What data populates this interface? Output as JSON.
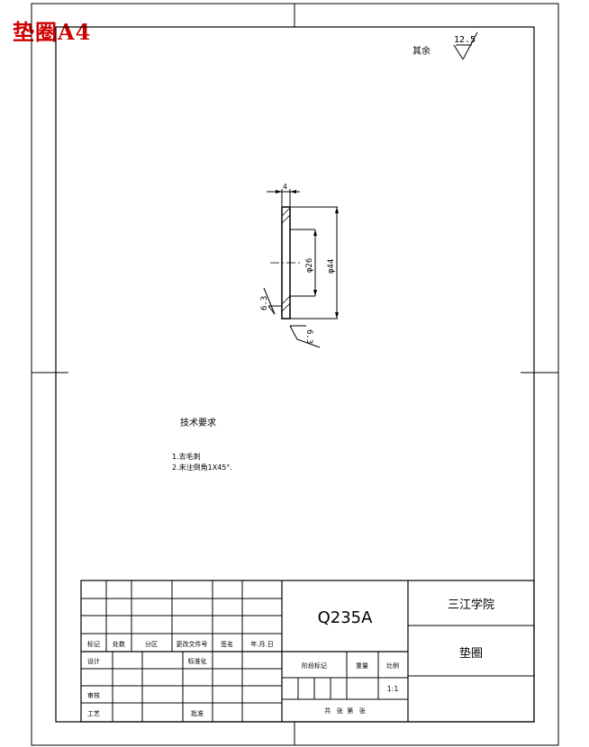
{
  "overlay_title": "垫圈A4",
  "roughness_top": {
    "label": "其余",
    "value": "12.5"
  },
  "dims": {
    "thickness": "4",
    "inner": "φ26",
    "outer": "φ44",
    "rough_left": "6.3",
    "rough_bottom": "6.3"
  },
  "tech": {
    "title": "技术要求",
    "line1": "1.去毛刺",
    "line2": "2.未注倒角1X45°."
  },
  "title_block": {
    "material": "Q235A",
    "school": "三江学院",
    "part_name": "垫圈",
    "scale": "1:1",
    "row_labels": [
      "标记",
      "处数",
      "分区",
      "更改文件号",
      "签名",
      "年.月.日"
    ],
    "designer": "设计",
    "standard": "标准化",
    "stage": "阶段标记",
    "weight": "重量",
    "ratio": "比例",
    "review": "审核",
    "process": "工艺",
    "approve": "批准",
    "sheet": "共   张  第   张"
  }
}
